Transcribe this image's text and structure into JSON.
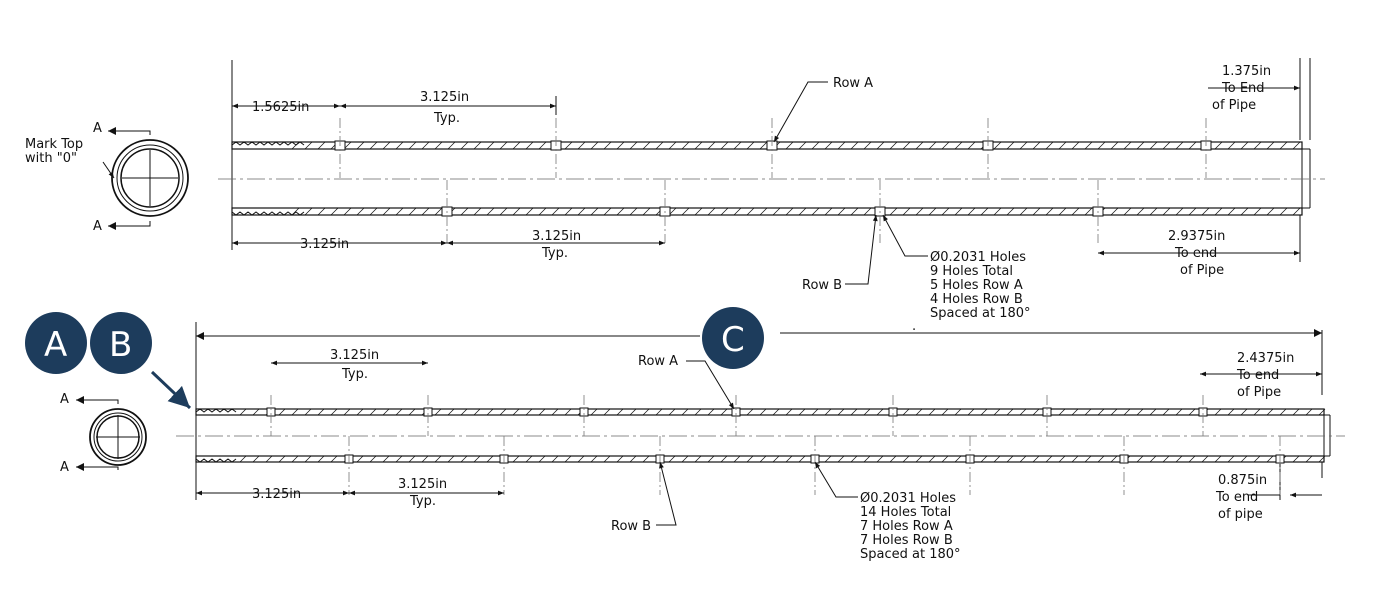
{
  "top": {
    "dims": {
      "first_hole_a": "1.5625in",
      "spacing_a": "3.125in",
      "spacing_a_typ": "Typ.",
      "end_a_value": "1.375in",
      "end_a_l1": "To End",
      "end_a_l2": "of Pipe",
      "first_hole_b": "3.125in",
      "spacing_b": "3.125in",
      "spacing_b_typ": "Typ.",
      "end_b_value": "2.9375in",
      "end_b_l1": "To end",
      "end_b_l2": "of Pipe"
    },
    "row_a": "Row A",
    "row_b": "Row B",
    "note": [
      "Ø0.2031 Holes",
      "9 Holes Total",
      "5 Holes Row A",
      "4 Holes Row B",
      "Spaced at 180°"
    ],
    "section": {
      "mark_l1": "Mark Top",
      "mark_l2": "with \"0\"",
      "a_top": "A",
      "a_bottom": "A"
    }
  },
  "bottom": {
    "dims": {
      "spacing_a": "3.125in",
      "spacing_a_typ": "Typ.",
      "end_a_value": "2.4375in",
      "end_a_l1": "To end",
      "end_a_l2": "of Pipe",
      "first_hole_b": "3.125in",
      "spacing_b": "3.125in",
      "spacing_b_typ": "Typ.",
      "end_b_value": "0.875in",
      "end_b_l1": "To end",
      "end_b_l2": "of pipe",
      "overall_dot": "."
    },
    "row_a": "Row A",
    "row_b": "Row B",
    "note": [
      "Ø0.2031 Holes",
      "14 Holes Total",
      "7 Holes Row A",
      "7 Holes Row B",
      "Spaced at 180°"
    ],
    "section": {
      "a_top": "A",
      "a_bottom": "A"
    }
  },
  "badges": {
    "a": "A",
    "b": "B",
    "c": "C",
    "color": "#1d3c5c"
  }
}
